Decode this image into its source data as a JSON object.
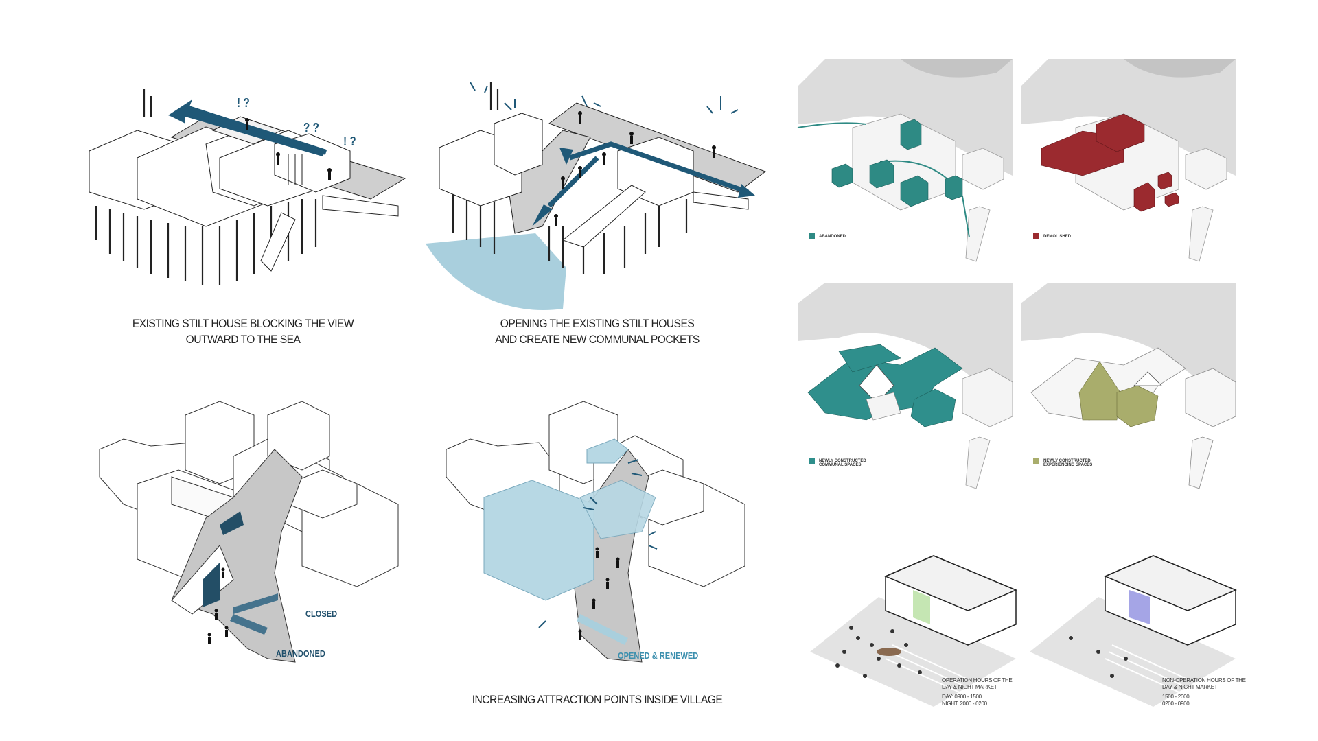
{
  "captions": {
    "top_left": [
      "EXISTING STILT HOUSE BLOCKING THE VIEW",
      "OUTWARD TO THE SEA"
    ],
    "top_middle": [
      "OPENING THE EXISTING STILT HOUSES",
      "AND CREATE NEW COMMUNAL POCKETS"
    ],
    "bottom": "INCREASING ATTRACTION POINTS INSIDE VILLAGE"
  },
  "annotations": {
    "question_marks": [
      "! ?",
      "? ?",
      "! ?"
    ],
    "closed": "CLOSED",
    "abandoned": "ABANDONED",
    "opened_renewed": "OPENED & RENEWED"
  },
  "legends": {
    "abandoned": {
      "label": "ABANDONED",
      "color": "#2e8a84"
    },
    "demolished": {
      "label": "DEMOLISHED",
      "color": "#9b2a2f"
    },
    "communal": {
      "label": [
        "NEWLY CONSTRUCTED",
        "COMMUNAL SPACES"
      ],
      "color": "#2f8f8c"
    },
    "experiencing": {
      "label": [
        "NEWLY CONSTRUCTED",
        "EXPERIENCING SPACES"
      ],
      "color": "#a9ad6c"
    }
  },
  "market_notes": {
    "operation": {
      "title": [
        "OPERATION HOURS OF THE",
        "DAY & NIGHT MARKET"
      ],
      "hours": [
        "DAY: 0900 - 1500",
        "NIGHT: 2000 - 0200"
      ]
    },
    "non_operation": {
      "title": [
        "NON-OPERATION HOURS OF THE",
        "DAY & NIGHT MARKET"
      ],
      "hours": [
        "1500 - 2000",
        "0200 - 0900"
      ]
    }
  },
  "colors": {
    "arrow": "#1f5877",
    "view_cone": "#a9cfdd",
    "highlight": "#b7d8e4"
  }
}
